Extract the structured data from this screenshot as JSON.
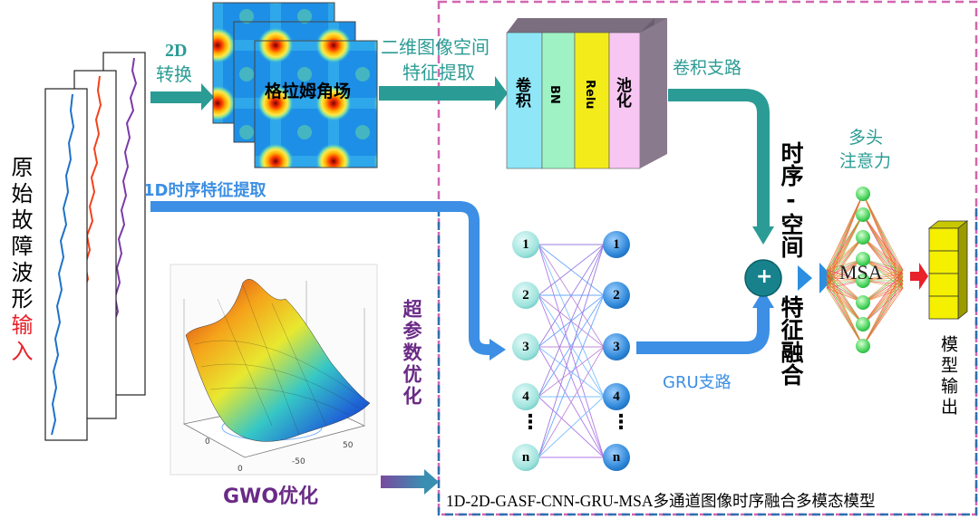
{
  "left": {
    "waveform_label": [
      "原",
      "始",
      "故",
      "障",
      "波",
      "形"
    ],
    "input_label": [
      "输",
      "入"
    ]
  },
  "transform": {
    "label_2d": "2D",
    "label_convert": "转换",
    "gaf_title": "格拉姆角场"
  },
  "spatial": {
    "label_line1": "二维图像空间",
    "label_line2": "特征提取"
  },
  "cnn": {
    "blocks": [
      {
        "label": "卷积",
        "color": "#8ee6f7"
      },
      {
        "label": "BN",
        "color": "#9ef2c4"
      },
      {
        "label": "Relu",
        "color": "#f3ec1a"
      },
      {
        "label": "池化",
        "color": "#f7c6f2"
      }
    ],
    "branch_label": "卷积支路"
  },
  "temporal": {
    "label": "1D时序特征提取"
  },
  "gru": {
    "left_nodes": [
      "1",
      "2",
      "3",
      "4",
      "⋮",
      "n"
    ],
    "right_nodes": [
      "1",
      "2",
      "3",
      "4",
      "⋮",
      "n"
    ],
    "branch_label": "GRU支路"
  },
  "fusion": {
    "plus": "+",
    "label_top": "时序-空间",
    "label_bottom": "特征融合"
  },
  "msa": {
    "heading_line1": "多头",
    "heading_line2": "注意力",
    "label": "MSA"
  },
  "output": {
    "label": [
      "模",
      "型",
      "输",
      "出"
    ]
  },
  "gwo": {
    "label": "GWO优化",
    "hyper_label": [
      "超",
      "参",
      "数",
      "优",
      "化"
    ],
    "axis_ticks": [
      "0",
      "50",
      "-50",
      "0"
    ]
  },
  "model": {
    "caption": "1D-2D-GASF-CNN-GRU-MSA多通道图像时序融合多模态模型"
  },
  "colors": {
    "teal": "#2b9c95",
    "blue": "#3c8fe4",
    "purple": "#6a2a86",
    "pink_dash": "#d266b0",
    "blue_dash": "#2e6fb0",
    "red": "#e8212a"
  }
}
